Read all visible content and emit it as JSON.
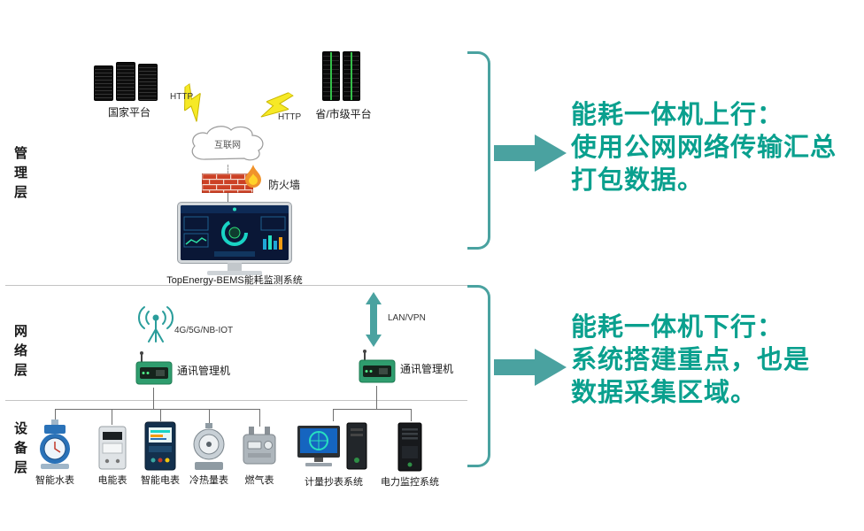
{
  "colors": {
    "shape": "#4aa2a0",
    "text_accent": "#0aa08e"
  },
  "layers": {
    "management": "管理层",
    "network": "网络层",
    "device": "设备层"
  },
  "management_layer": {
    "national_platform": "国家平台",
    "provincial_platform": "省/市级平台",
    "http_left": "HTTP",
    "http_right": "HTTP",
    "internet": "互联网",
    "firewall": "防火墙",
    "system_title": "TopEnergy-BEMS能耗监测系统"
  },
  "network_layer": {
    "wireless": "4G/5G/NB-IOT",
    "comm_left": "通讯管理机",
    "lan": "LAN/VPN",
    "comm_right": "通讯管理机"
  },
  "device_layer": {
    "devices": [
      "智能水表",
      "电能表",
      "智能电表",
      "冷热量表",
      "燃气表",
      "计量抄表系统",
      "电力监控系统"
    ]
  },
  "annotations": {
    "uplink": {
      "lines": [
        "能耗一体机上行：",
        "使用公网网络传输汇总",
        "打包数据。"
      ]
    },
    "downlink": {
      "lines": [
        "能耗一体机下行：",
        "系统搭建重点，也是",
        "数据采集区域。"
      ]
    }
  }
}
